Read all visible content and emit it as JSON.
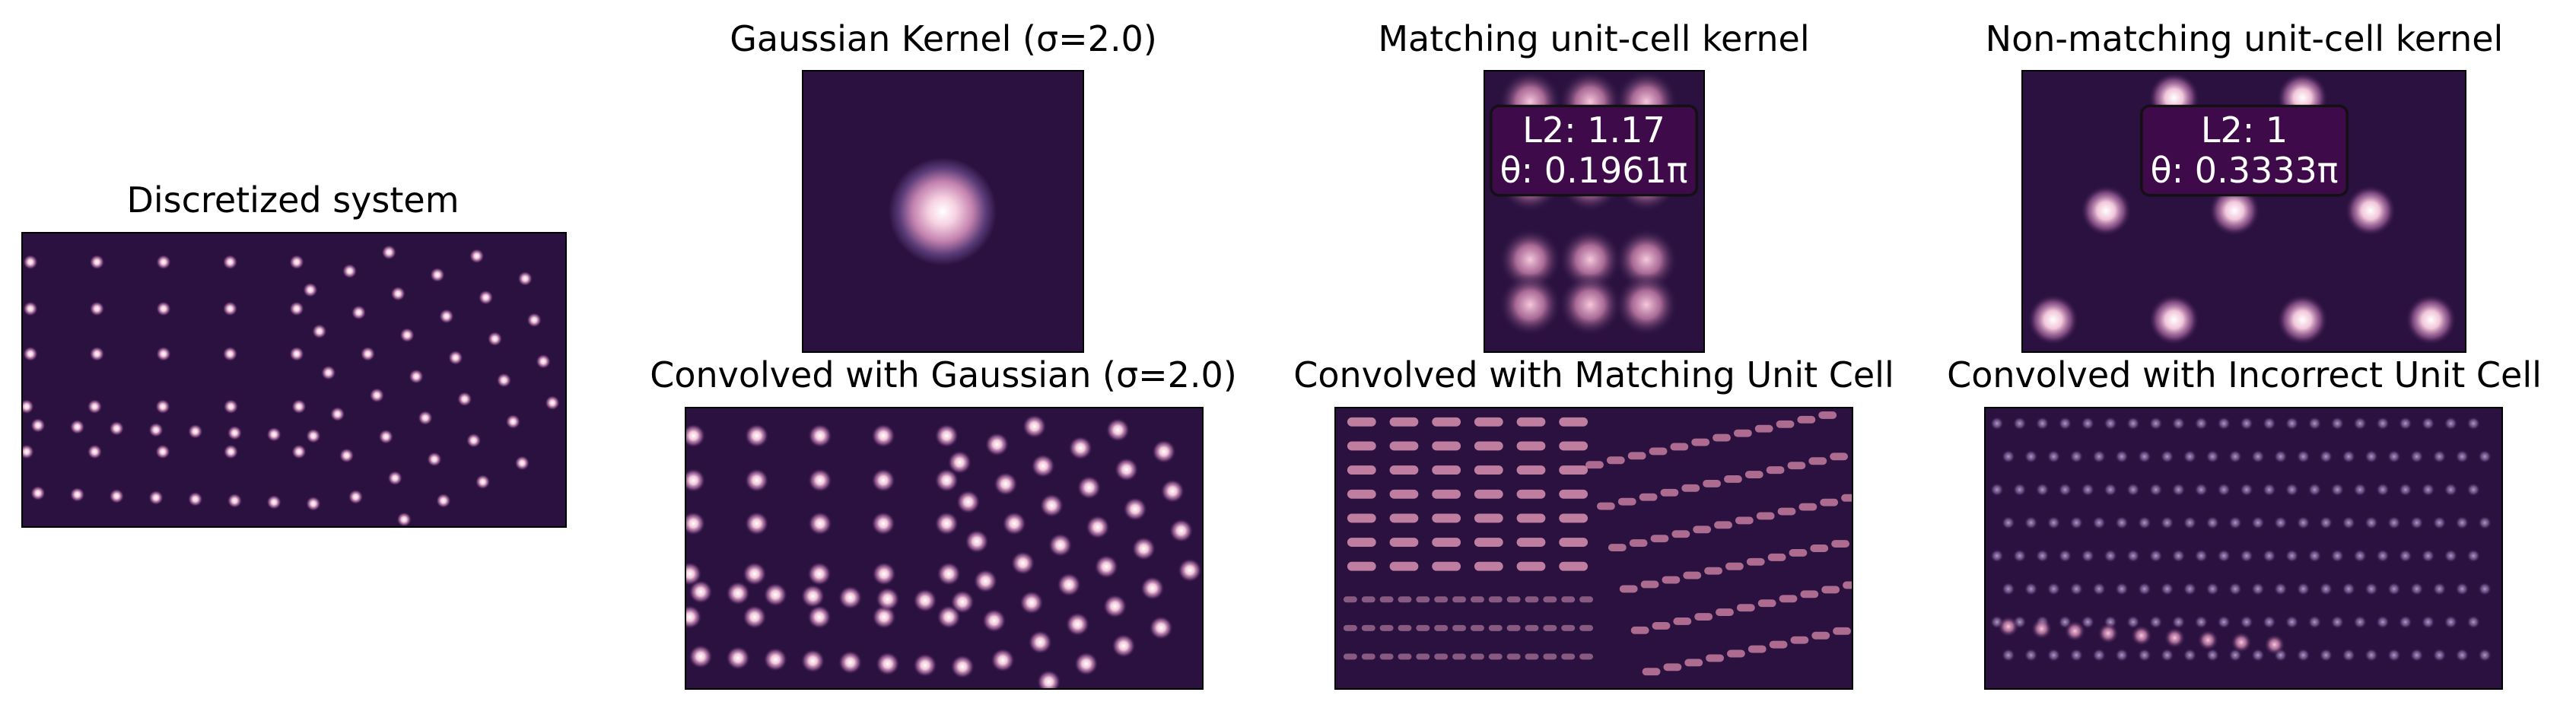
{
  "colors": {
    "background_field": "#2a1140",
    "peak_mid": "#b07aa8",
    "peak_high": "#ffe9f1",
    "peak_pink": "#e98aa8",
    "annotation_bg": "#3f0a4a"
  },
  "colormap_name": "acton",
  "panels": {
    "discretized": {
      "title": "Discretized system"
    },
    "gaussian_kernel": {
      "title": "Gaussian Kernel (σ=2.0)"
    },
    "matching_kernel": {
      "title": "Matching unit-cell kernel",
      "annotation_line1": "L2: 1.17",
      "annotation_line2": "θ: 0.1961π"
    },
    "nonmatching_kernel": {
      "title": "Non-matching unit-cell kernel",
      "annotation_line1": "L2: 1",
      "annotation_line2": "θ: 0.3333π"
    },
    "convolved_gaussian": {
      "title": "Convolved with Gaussian (σ=2.0)"
    },
    "convolved_matching": {
      "title": "Convolved with Matching Unit Cell"
    },
    "convolved_incorrect": {
      "title": "Convolved with Incorrect Unit Cell"
    }
  }
}
